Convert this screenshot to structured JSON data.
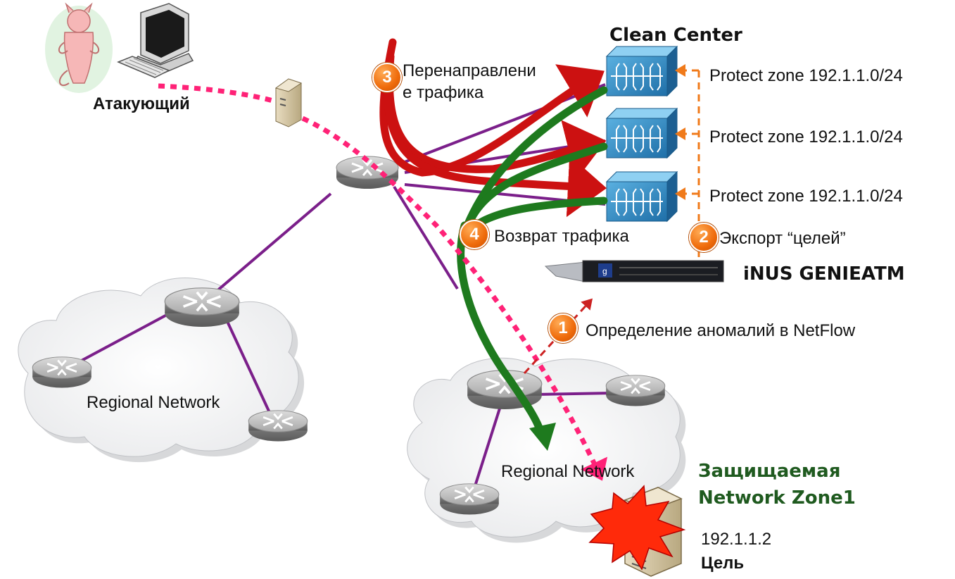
{
  "labels": {
    "attacker": "Атакующий",
    "clean_center": "Clean Center",
    "protect_zone_1": "Protect zone 192.1.1.0/24",
    "protect_zone_2": "Protect zone 192.1.1.0/24",
    "protect_zone_3": "Protect zone 192.1.1.0/24",
    "redirect_line1": "Перенаправлени",
    "redirect_line2": "е трафика",
    "return_traffic": "Возврат трафика",
    "export_targets": "Экспорт “целей”",
    "device_name": "iNUS GENIEATM",
    "anomaly_detection": "Определение аномалий в NetFlow",
    "regional_network_left": "Regional Network",
    "regional_network_right": "Regional Network",
    "protected_zone_line1": "Защищаемая",
    "protected_zone_line2": "Network Zone1",
    "target_ip": "192.1.1.2",
    "target": "Цель"
  },
  "steps": {
    "step1": "1",
    "step2": "2",
    "step3": "3",
    "step4": "4"
  },
  "colors": {
    "redirect": "#cc1111",
    "return": "#1e7a1e",
    "link": "#7b1f8a",
    "attack": "#ff2277",
    "export": "#f07a1a",
    "badge": "#ef6b0b",
    "protected_zone": "#1f5a1f"
  }
}
